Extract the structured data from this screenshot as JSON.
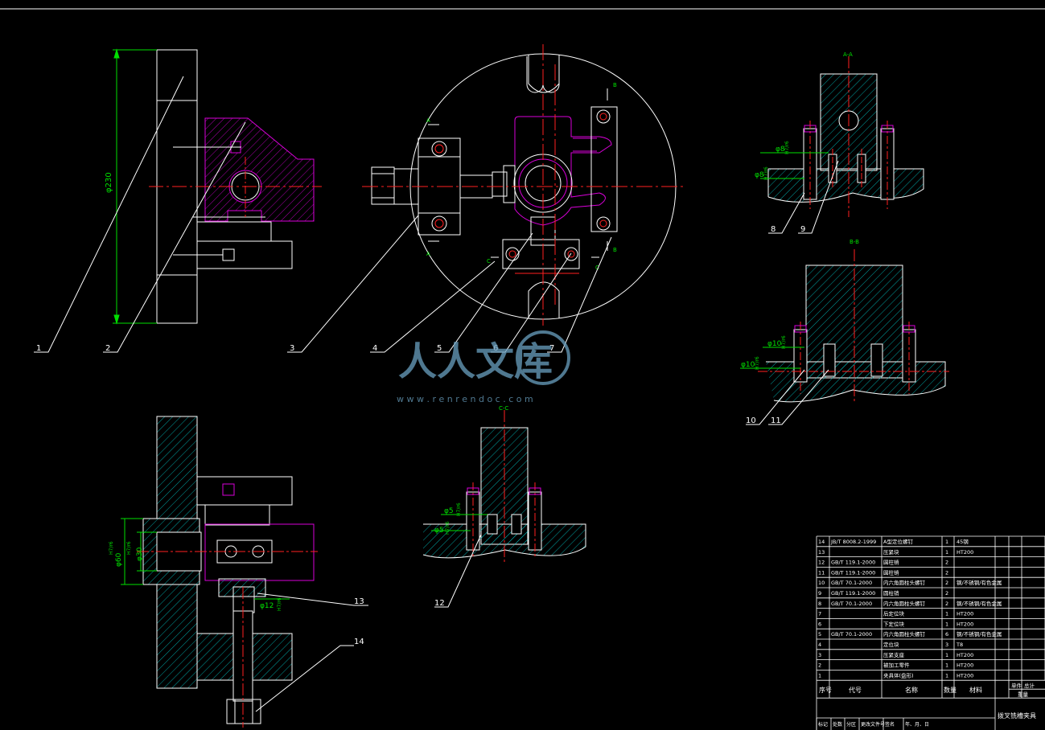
{
  "colors": {
    "background": "#000000",
    "outline": "#ffffff",
    "hatch": "#00c8c8",
    "centerline": "#ff2020",
    "highlight": "#d800d8",
    "dimension": "#00e000",
    "watermark": "#6aa0c0"
  },
  "section_labels": {
    "aa": "A-A",
    "bb": "B-B",
    "cc": "C-C",
    "a": "A",
    "b": "B",
    "c": "C"
  },
  "dimensions": {
    "main_dia": "φ230",
    "aa_1": "φ8",
    "aa_1_tol": "H7/r6",
    "aa_2": "φ8",
    "aa_2_tol": "H7/r6",
    "bb_1": "φ10",
    "bb_1_tol": "H7/r6",
    "bb_2": "φ10",
    "bb_2_tol": "H7/r6",
    "cc_1": "φ5",
    "cc_1_tol": "H7/r6",
    "cc_2": "φ5",
    "cc_2_tol": "H7/r6",
    "bottom_1": "φ60",
    "bottom_1_tol": "H7/r6",
    "bottom_2": "φ30",
    "bottom_2_tol": "H7/r6",
    "pin": "φ12",
    "pin_tol": "H7/r6"
  },
  "callouts": [
    "1",
    "2",
    "3",
    "4",
    "5",
    "6",
    "7",
    "8",
    "9",
    "10",
    "11",
    "12",
    "13",
    "14"
  ],
  "watermark": {
    "brand": "人人文库",
    "url": "w w w . r e n r e n d o c . c o m"
  },
  "bom": {
    "rows": [
      {
        "no": "14",
        "code": "JB/T 8008.2-1999",
        "name": "A型定位螺钉",
        "qty": "1",
        "material": "45钢"
      },
      {
        "no": "13",
        "code": "",
        "name": "压紧块",
        "qty": "1",
        "material": "HT200"
      },
      {
        "no": "12",
        "code": "GB/T 119.1-2000",
        "name": "圆柱销",
        "qty": "2",
        "material": ""
      },
      {
        "no": "11",
        "code": "GB/T 119.1-2000",
        "name": "圆柱销",
        "qty": "2",
        "material": ""
      },
      {
        "no": "10",
        "code": "GB/T 70.1-2000",
        "name": "内六角圆柱头螺钉",
        "qty": "2",
        "material": "钢/不锈钢/有色金属"
      },
      {
        "no": "9",
        "code": "GB/T 119.1-2000",
        "name": "圆柱销",
        "qty": "2",
        "material": ""
      },
      {
        "no": "8",
        "code": "GB/T 70.1-2000",
        "name": "内六角圆柱头螺钉",
        "qty": "2",
        "material": "钢/不锈钢/有色金属"
      },
      {
        "no": "7",
        "code": "",
        "name": "后定位块",
        "qty": "1",
        "material": "HT200"
      },
      {
        "no": "6",
        "code": "",
        "name": "下定位块",
        "qty": "1",
        "material": "HT200"
      },
      {
        "no": "5",
        "code": "GB/T 70.1-2000",
        "name": "内六角圆柱头螺钉",
        "qty": "6",
        "material": "钢/不锈钢/有色金属"
      },
      {
        "no": "4",
        "code": "",
        "name": "定位块",
        "qty": "3",
        "material": "T8"
      },
      {
        "no": "3",
        "code": "",
        "name": "压紧支座",
        "qty": "1",
        "material": "HT200"
      },
      {
        "no": "2",
        "code": "",
        "name": "被加工零件",
        "qty": "1",
        "material": "HT200"
      },
      {
        "no": "1",
        "code": "",
        "name": "夹具体(盘形)",
        "qty": "1",
        "material": "HT200"
      }
    ],
    "header": {
      "no": "序号",
      "code": "代号",
      "name": "名称",
      "qty": "数量",
      "material": "材料",
      "single": "单件",
      "total": "总计",
      "weight": "重量"
    },
    "title": "拨叉铣槽夹具",
    "footer": [
      "标记",
      "处数",
      "分区",
      "更改文件号",
      "签名",
      "年、月、日"
    ]
  }
}
